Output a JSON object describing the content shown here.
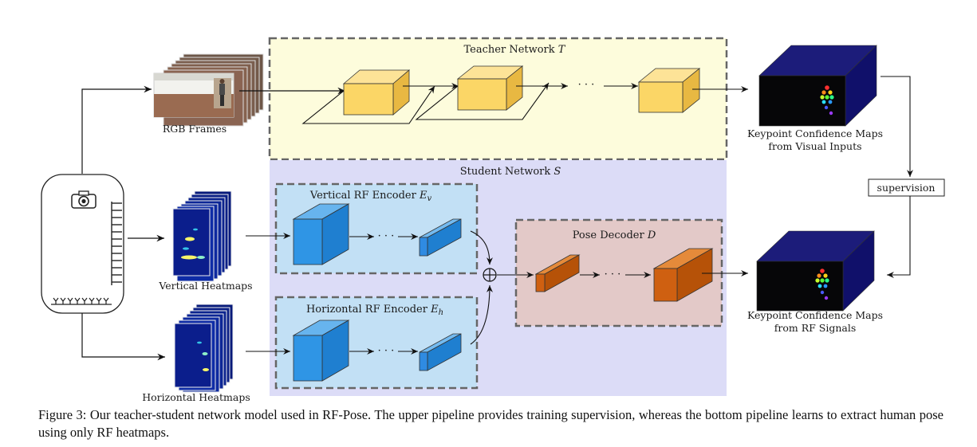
{
  "teacher": {
    "title": "Teacher Network ",
    "symbol": "T"
  },
  "student": {
    "title": "Student Network ",
    "symbol": "S"
  },
  "vertical_encoder": {
    "title": "Vertical RF Encoder ",
    "symbol": "E",
    "subscript": "v"
  },
  "horizontal_encoder": {
    "title": "Horizontal RF Encoder ",
    "symbol": "E",
    "subscript": "h"
  },
  "pose_decoder": {
    "title": "Pose Decoder ",
    "symbol": "D"
  },
  "inputs": {
    "rgb": "RGB Frames",
    "vertical": "Vertical Heatmaps",
    "horizontal": "Horizontal Heatmaps"
  },
  "outputs": {
    "visual_line1": "Keypoint Confidence Maps",
    "visual_line2": "from Visual Inputs",
    "rf_line1": "Keypoint Confidence Maps",
    "rf_line2": "from RF Signals"
  },
  "supervision": "supervision",
  "ellipsis": "· · ·",
  "combine_symbol": "⊕",
  "caption": "Figure 3: Our teacher-student network model used in RF-Pose. The upper pipeline provides training supervision, whereas the bottom pipeline learns to extract human pose using only RF heatmaps.",
  "colors": {
    "teacher_bg": "#fdfcdc",
    "student_bg": "#dcdcf7",
    "encoder_bg": "#c2e0f5",
    "decoder_bg": "#e3c9c8",
    "teacher_box": "#fbd666",
    "encoder_box": "#2f95e5",
    "decoder_box": "#cf6011",
    "output_box": "#0d0d55"
  }
}
